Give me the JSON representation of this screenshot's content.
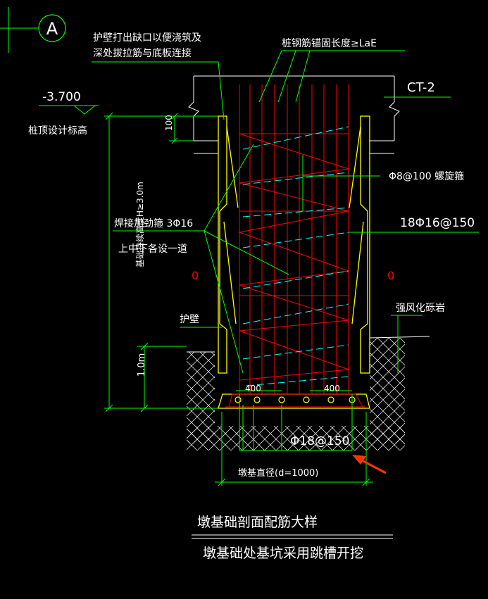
{
  "axis_bubble": "A",
  "labels": {
    "wall_notch_line1": "护壁打出缺口以便浇筑及",
    "wall_notch_line2": "深处拔拉筋与底板连接",
    "anchor_length": "桩钢筋锚固长度≥LaE",
    "cap_ref": "CT-2",
    "elevation": "-3.700",
    "pile_top_design": "桩顶设计标高",
    "dim_100": "100",
    "spiral_stirrup": "Φ8@100 螺旋箍",
    "welded_stirrup": "焊接加劲箍 3Φ16",
    "welded_stirrup_note": "上中下各设一道",
    "main_bars": "18Φ16@150",
    "zero_left": "0",
    "zero_right": "0",
    "rock_note": "强风化砾岩",
    "wall": "护壁",
    "depth_label": "基础持续高度H≥3.0m",
    "embed_1m": "1.0m",
    "dim_400_left": "400",
    "dim_400_right": "400",
    "bottom_bars": "Φ18@150",
    "diameter": "墩基直径(d=1000)",
    "title": "墩基础剖面配筋大样",
    "subtitle": "墩基础处基坑采用跳槽开挖"
  },
  "colors": {
    "background": "#000000",
    "green": "#00ff00",
    "white": "#ffffff",
    "red": "#ff0000",
    "yellow": "#ffff00",
    "cyan": "#00ffff",
    "magenta": "#ff00ff",
    "orange_red": "#ff3300"
  }
}
